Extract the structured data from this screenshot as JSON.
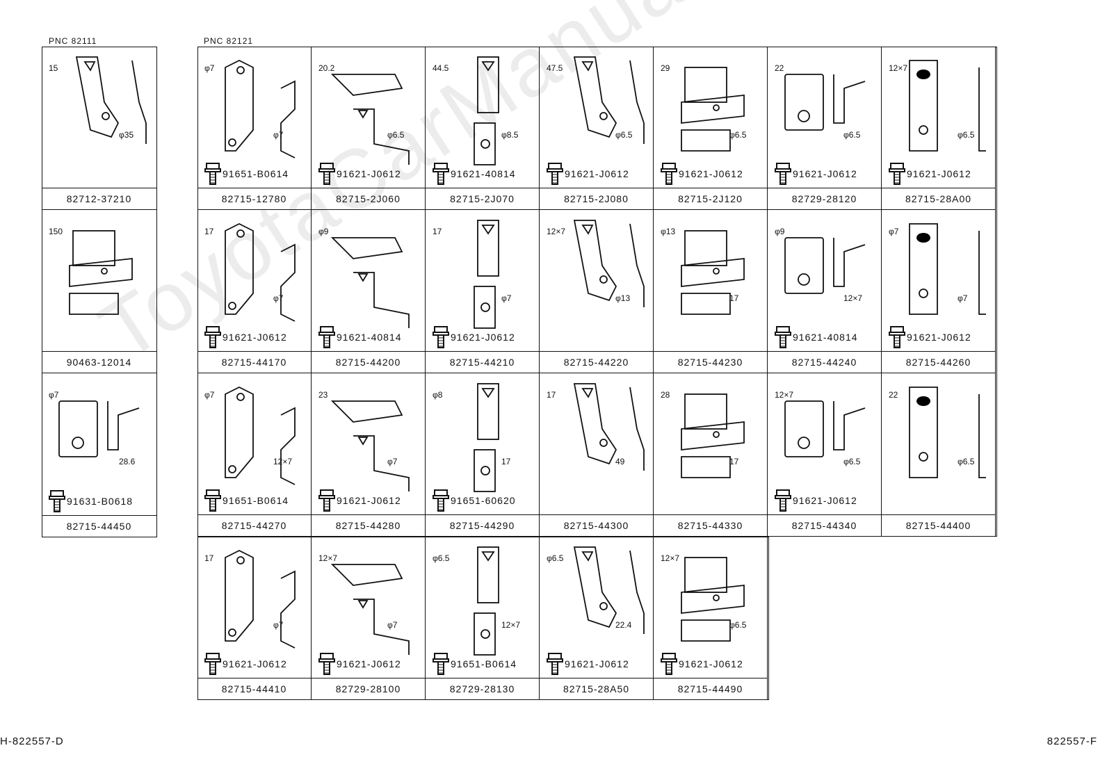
{
  "watermark": "ToyotaCarManuals.ru",
  "left_panel": {
    "pnc_label": "PNC  82111",
    "cells": [
      {
        "part_no": "82712-37210",
        "dims": [
          "15",
          "φ35"
        ]
      },
      {
        "part_no": "90463-12014",
        "dims": [
          "150"
        ]
      },
      {
        "part_no": "82715-44450",
        "dims": [
          "φ7",
          "28.6"
        ],
        "bolt": "91631-B0618"
      }
    ]
  },
  "right_panel": {
    "pnc_label": "PNC  82121",
    "rows": [
      [
        {
          "part_no": "82715-12780",
          "bolt": "91651-B0614",
          "dims": [
            "φ7",
            "φ7"
          ]
        },
        {
          "part_no": "82715-2J060",
          "bolt": "91621-J0612",
          "dims": [
            "20.2",
            "φ6.5"
          ]
        },
        {
          "part_no": "82715-2J070",
          "bolt": "91621-40814",
          "dims": [
            "44.5",
            "φ8.5"
          ]
        },
        {
          "part_no": "82715-2J080",
          "bolt": "91621-J0612",
          "dims": [
            "47.5",
            "φ6.5"
          ]
        },
        {
          "part_no": "82715-2J120",
          "bolt": "91621-J0612",
          "dims": [
            "29",
            "φ6.5"
          ]
        },
        {
          "part_no": "82729-28120",
          "bolt": "91621-J0612",
          "dims": [
            "22",
            "φ6.5"
          ]
        },
        {
          "part_no": "82715-28A00",
          "bolt": "91621-J0612",
          "dims": [
            "12×7",
            "φ6.5"
          ]
        }
      ],
      [
        {
          "part_no": "82715-44170",
          "bolt": "91621-J0612",
          "dims": [
            "17",
            "φ7"
          ]
        },
        {
          "part_no": "82715-44200",
          "bolt": "91621-40814",
          "dims": [
            "φ9"
          ]
        },
        {
          "part_no": "82715-44210",
          "bolt": "91621-J0612",
          "dims": [
            "17",
            "φ7"
          ]
        },
        {
          "part_no": "82715-44220",
          "bolt": "",
          "dims": [
            "12×7",
            "φ13"
          ]
        },
        {
          "part_no": "82715-44230",
          "bolt": "",
          "dims": [
            "φ13",
            "17"
          ]
        },
        {
          "part_no": "82715-44240",
          "bolt": "91621-40814",
          "dims": [
            "φ9",
            "12×7"
          ]
        },
        {
          "part_no": "82715-44260",
          "bolt": "91621-J0612",
          "dims": [
            "φ7",
            "φ7"
          ]
        }
      ],
      [
        {
          "part_no": "82715-44270",
          "bolt": "91651-B0614",
          "dims": [
            "φ7",
            "12×7"
          ]
        },
        {
          "part_no": "82715-44280",
          "bolt": "91621-J0612",
          "dims": [
            "23",
            "φ7"
          ]
        },
        {
          "part_no": "82715-44290",
          "bolt": "91651-60620",
          "dims": [
            "φ8",
            "17"
          ]
        },
        {
          "part_no": "82715-44300",
          "bolt": "",
          "dims": [
            "17",
            "49"
          ]
        },
        {
          "part_no": "82715-44330",
          "bolt": "",
          "dims": [
            "28",
            "17"
          ]
        },
        {
          "part_no": "82715-44340",
          "bolt": "91621-J0612",
          "dims": [
            "12×7",
            "φ6.5"
          ]
        },
        {
          "part_no": "82715-44400",
          "bolt": "",
          "dims": [
            "22",
            "φ6.5"
          ]
        }
      ],
      [
        {
          "part_no": "82715-44410",
          "bolt": "91621-J0612",
          "dims": [
            "17",
            "φ7"
          ]
        },
        {
          "part_no": "82729-28100",
          "bolt": "91621-J0612",
          "dims": [
            "12×7",
            "φ7"
          ]
        },
        {
          "part_no": "82729-28130",
          "bolt": "91651-B0614",
          "dims": [
            "φ6.5",
            "12×7"
          ]
        },
        {
          "part_no": "82715-28A50",
          "bolt": "91621-J0612",
          "dims": [
            "φ6.5",
            "22.4"
          ]
        },
        {
          "part_no": "82715-44490",
          "bolt": "91621-J0612",
          "dims": [
            "12×7",
            "φ6.5"
          ]
        }
      ]
    ]
  },
  "footer": {
    "left": "H-822557-D",
    "right": "822557-F"
  }
}
